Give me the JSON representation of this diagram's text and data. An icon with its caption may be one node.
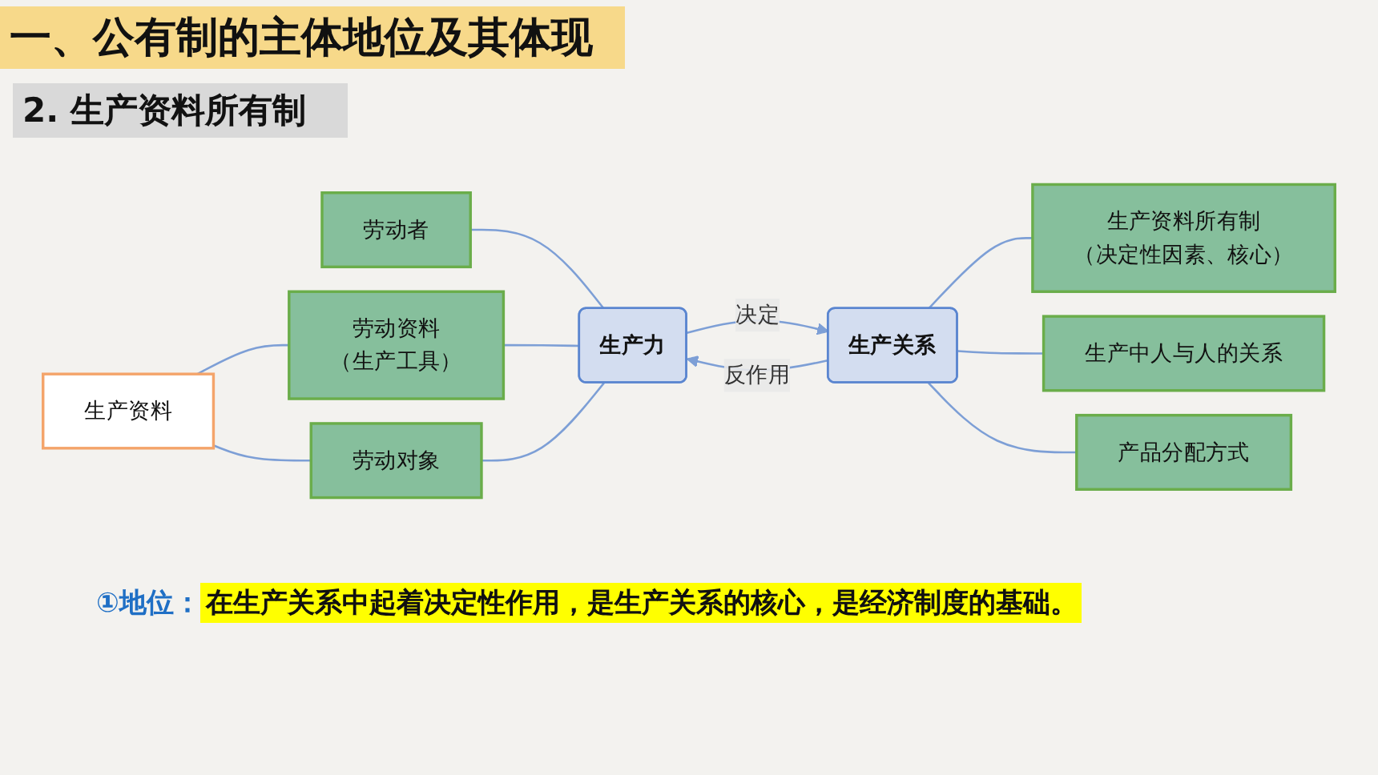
{
  "diagram": {
    "title": "一、公有制的主体地位及其体现",
    "nodes": [
      {
        "text": [
          "生产资料"
        ]
      },
      {
        "text": [
          "劳动者"
        ]
      },
      {
        "text": [
          "劳动资料",
          "（生产工具）"
        ]
      },
      {
        "text": [
          "劳动对象"
        ]
      },
      {
        "text": [
          "生产力"
        ]
      },
      {
        "text": [
          "生产关系"
        ]
      },
      {
        "text": [
          "生产资料所有制",
          "（决定性因素、核心）"
        ]
      },
      {
        "text": [
          "生产中人与人的关系"
        ]
      },
      {
        "text": [
          "产品分配方式"
        ]
      }
    ],
    "edges": [
      {
        "from": 0,
        "to": 2,
        "arrow": "none"
      },
      {
        "from": 0,
        "to": 3,
        "arrow": "none"
      },
      {
        "from": 1,
        "to": 4,
        "arrow": "none"
      },
      {
        "from": 2,
        "to": 4,
        "arrow": "none"
      },
      {
        "from": 3,
        "to": 4,
        "arrow": "none"
      },
      {
        "from": 4,
        "to": 5,
        "label": "决定",
        "arrow": "to"
      },
      {
        "from": 5,
        "to": 4,
        "label": "反作用",
        "arrow": "to"
      },
      {
        "from": 5,
        "to": 6,
        "arrow": "none"
      },
      {
        "from": 5,
        "to": 7,
        "arrow": "none"
      },
      {
        "from": 5,
        "to": 8,
        "arrow": "none"
      }
    ],
    "labels": [
      "2. 生产资料所有制",
      "①地位：",
      "在生产关系中起着决定性作用，是生产关系的核心，是经济制度的基础。"
    ]
  }
}
